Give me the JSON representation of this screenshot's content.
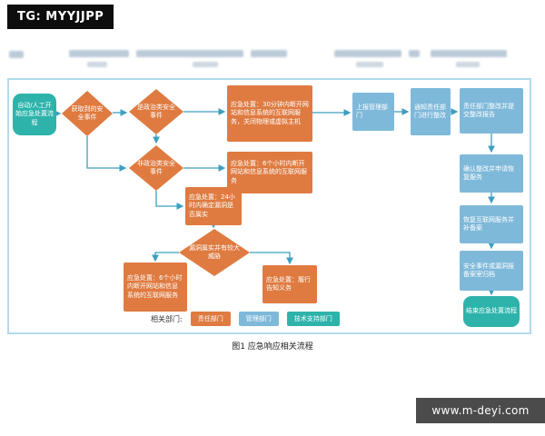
{
  "watermark": {
    "tag": "TG: MYYJJPP"
  },
  "footer": {
    "site": "www.m-deyi.com"
  },
  "figure": {
    "caption": "图1 应急响应相关流程"
  },
  "colors": {
    "responsible_dept": "#df7b41",
    "management_dept": "#7fb9da",
    "tech_support_dept": "#2eb3ab",
    "arrow": "#3e9fbe",
    "frame_border": "#b2d9eb",
    "watermark_bg": "#0d0d0d",
    "footer_bg": "#4b4b4b"
  },
  "nodes": {
    "start": "自动/人工开始应急处置流程",
    "d_get_event": "获取到的安全事件",
    "d_political": "是政治类安全事件",
    "d_nonpolitical": "非政治类安全事件",
    "d_vuln": "漏洞属实并有较大威胁",
    "act_30min": "应急处置：30分钟内断开网站和信息系统的互联网服务，关闭物理或虚拟主机",
    "act_6h": "应急处置：6个小时内断开网站和信息系统的互联网服务",
    "act_24h": "应急处置：24小时内确定漏洞是否属实",
    "act_6h2": "应急处置：6个小时内断开网站和信息系统的互联网服务",
    "act_notify": "应急处置：履行告知义务",
    "report": "上报管理部门",
    "notify_rectify": "通知责任部门进行整改",
    "rectify_report": "责任部门整改并提交整改报告",
    "confirm_restore": "确认整改并申请恢复服务",
    "restore_record": "恢复互联网服务并补备案",
    "archive": "安全事件或漏洞报备案室归档",
    "end": "结束应急处置流程"
  },
  "legend": {
    "label": "相关部门:",
    "items": [
      {
        "label": "责任部门"
      },
      {
        "label": "管理部门"
      },
      {
        "label": "技术支持部门"
      }
    ]
  }
}
